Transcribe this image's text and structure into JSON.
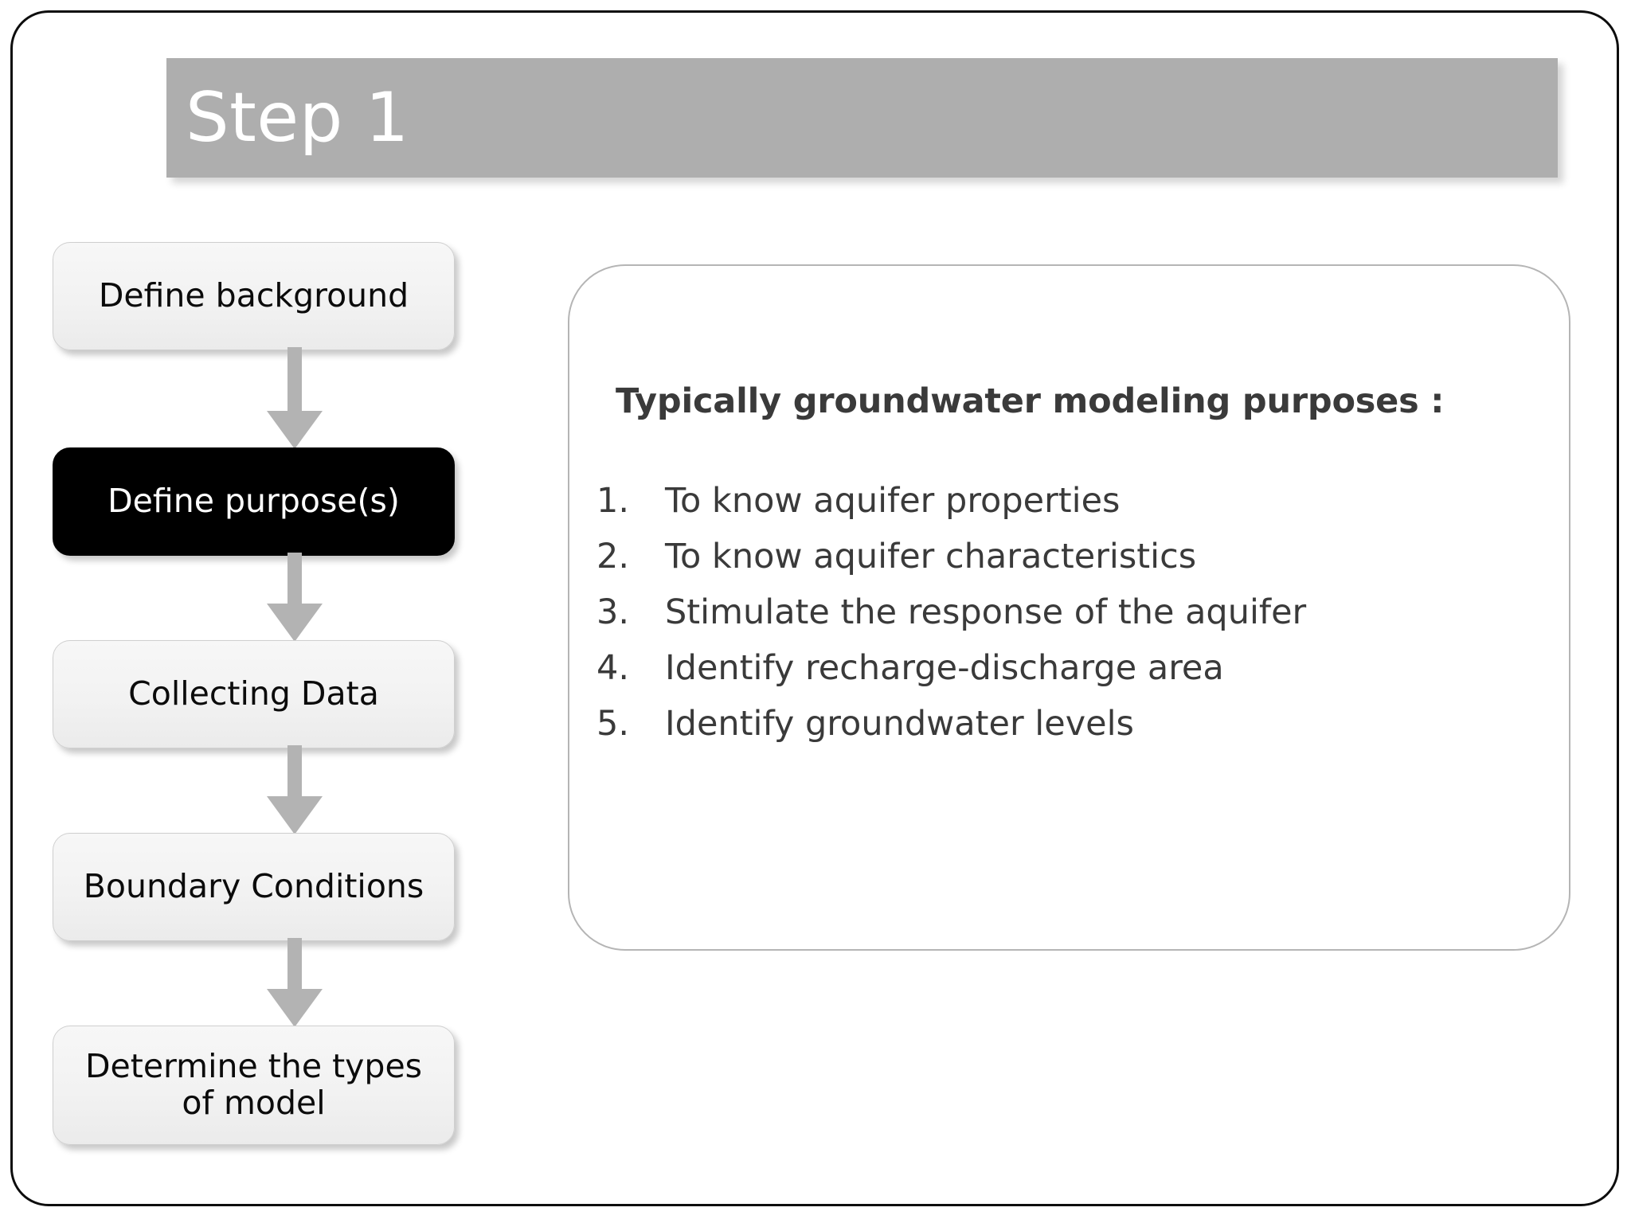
{
  "slide": {
    "title": "Step 1",
    "accent_banner_color": "#aeaeae",
    "border_color": "#0d0d0d",
    "background_color": "#ffffff"
  },
  "flowchart": {
    "steps": [
      {
        "label": "Define background",
        "active": false
      },
      {
        "label": "Define purpose(s)",
        "active": true
      },
      {
        "label": "Collecting Data",
        "active": false
      },
      {
        "label": "Boundary Conditions",
        "active": false
      },
      {
        "label": "Determine the types of model",
        "active": false
      }
    ],
    "active_fill": "#000000",
    "inactive_fill": "#f2f2f2",
    "arrow_color": "#b3b3b3"
  },
  "panel": {
    "heading": "Typically groundwater modeling purposes :",
    "items": [
      {
        "number": "1.",
        "text": "To know aquifer properties"
      },
      {
        "number": "2.",
        "text": "To know aquifer characteristics"
      },
      {
        "number": "3.",
        "text": "Stimulate the response of the aquifer"
      },
      {
        "number": "4.",
        "text": "Identify recharge-discharge area"
      },
      {
        "number": "5.",
        "text": "Identify groundwater levels"
      }
    ],
    "text_color": "#3a3a3a",
    "border_color": "#b5b5b5"
  }
}
